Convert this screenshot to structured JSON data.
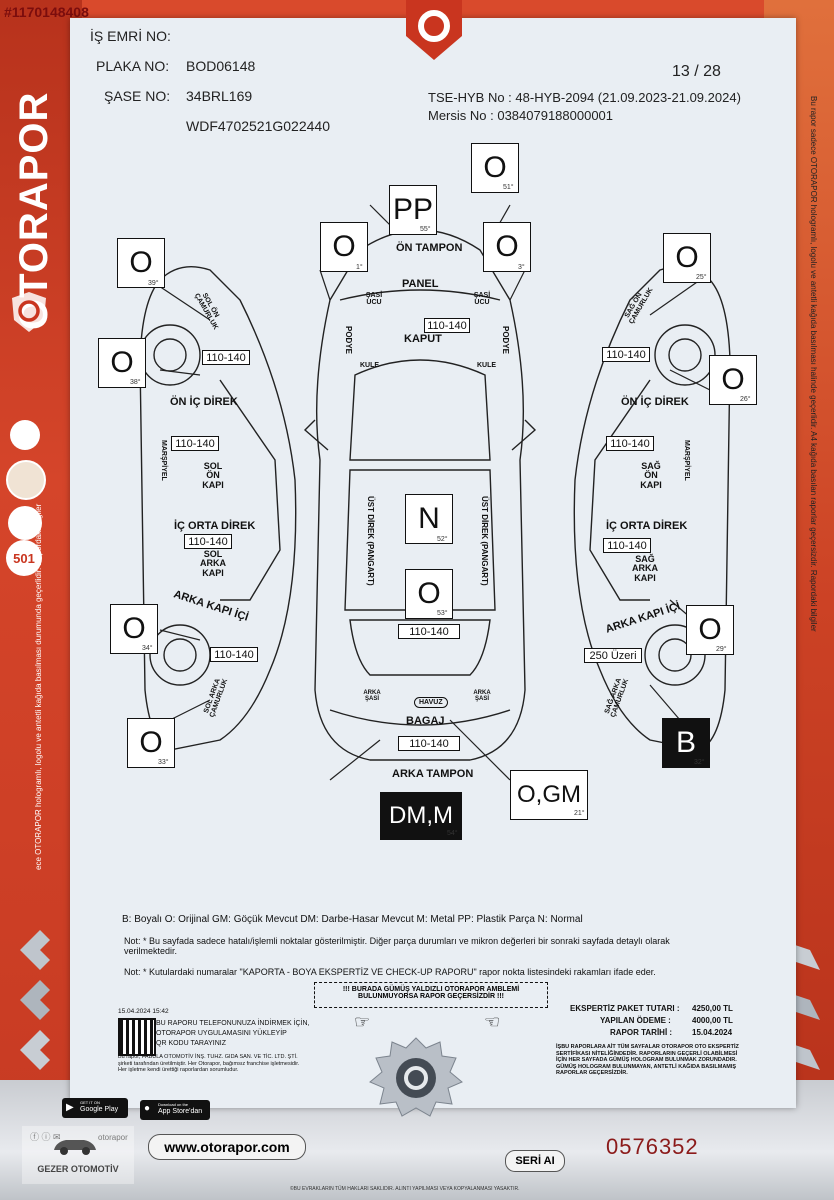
{
  "watermark": "#1170148408",
  "header": {
    "is_emri_label": "İŞ EMRİ NO:",
    "plaka_label": "PLAKA NO:",
    "plaka_value": "BOD06148",
    "sase_label": "ŞASE NO:",
    "sase_value_1": "34BRL169",
    "sase_value_2": "WDF4702521G022440",
    "page_count": "13 / 28",
    "tse": "TSE-HYB No : 48-HYB-2094 (21.09.2023-21.09.2024)",
    "mersis": "Mersis No : 0384079188000001"
  },
  "brand": {
    "name": "OTORAPOR",
    "badge": "501"
  },
  "parts": {
    "on_tampon": {
      "code": "PP",
      "deg": "55°"
    },
    "top_far": {
      "code": "O",
      "deg": "51°"
    },
    "top_left": {
      "code": "O",
      "deg": "1°"
    },
    "top_right": {
      "code": "O",
      "deg": "3°"
    },
    "left_front_top": {
      "code": "O",
      "deg": "39°"
    },
    "left_front_mid": {
      "code": "O",
      "deg": "38°"
    },
    "left_rear_mid": {
      "code": "O",
      "deg": "34°"
    },
    "left_rear_bottom": {
      "code": "O",
      "deg": "33°"
    },
    "right_front_top": {
      "code": "O",
      "deg": "25°"
    },
    "right_front_mid": {
      "code": "O",
      "deg": "26°"
    },
    "right_rear_mid": {
      "code": "O",
      "deg": "29°"
    },
    "right_rear_bottom": {
      "code": "B",
      "deg": "32°"
    },
    "roof": {
      "code": "N",
      "deg": "52°"
    },
    "trunk_lid": {
      "code": "O",
      "deg": "53°"
    },
    "arka_tampon": {
      "code": "DM,M",
      "deg": "54°"
    },
    "bagaj_right": {
      "code": "O,GM",
      "deg": "21°"
    }
  },
  "micron": {
    "kaput": "110-140",
    "trunk": "110-140",
    "bagaj": "110-140",
    "left_fender": "110-140",
    "left_front_door": "110-140",
    "left_rear_door": "110-140",
    "left_rear_fender": "110-140",
    "right_fender": "110-140",
    "right_front_door": "110-140",
    "right_rear_door": "110-140",
    "right_rear_fender": "250 Üzeri"
  },
  "labels": {
    "on_tampon": "ÖN TAMPON",
    "panel": "PANEL",
    "kaput": "KAPUT",
    "kule_l": "KULE",
    "kule_r": "KULE",
    "sasi_ucu_l": "ŞASİ UCU",
    "sasi_ucu_r": "ŞASİ UCU",
    "podye_l": "PODYE",
    "podye_r": "PODYE",
    "ust_direk_l": "ÜST DİREK (PANGART)",
    "ust_direk_r": "ÜST DİREK (PANGART)",
    "arka_sasi_l": "ARKA ŞASİ",
    "arka_sasi_r": "ARKA ŞASİ",
    "havuz": "HAVUZ",
    "bagaj": "BAGAJ",
    "arka_tampon": "ARKA TAMPON",
    "sol_on_camurluk": "SOL ÖN ÇAMURLUK",
    "sag_on_camurluk": "SAĞ ÖN ÇAMURLUK",
    "on_ic_direk_l": "ÖN İÇ DİREK",
    "on_ic_direk_r": "ÖN İÇ DİREK",
    "marspiyel_l": "MARŞPİYEL",
    "marspiyel_r": "MARŞPİYEL",
    "sol_on_kapi": "SOL ÖN KAPI",
    "sag_on_kapi": "SAĞ ÖN KAPI",
    "ic_orta_direk_l": "İÇ ORTA DİREK",
    "ic_orta_direk_r": "İÇ ORTA DİREK",
    "sol_arka_kapi": "SOL ARKA KAPI",
    "sag_arka_kapi": "SAĞ ARKA KAPI",
    "arka_kapi_ici_l": "ARKA KAPI İÇİ",
    "arka_kapi_ici_r": "ARKA KAPI İÇİ",
    "sol_arka_camurluk": "SOL ARKA ÇAMURLUK",
    "sag_arka_camurluk": "SAĞ ARKA ÇAMURLUK"
  },
  "legend": "B: Boyalı O: Orijinal GM: Göçük Mevcut DM: Darbe-Hasar Mevcut M: Metal PP: Plastik Parça N: Normal",
  "note1": "Not: * Bu sayfada sadece hatalı/işlemli noktalar gösterilmiştir. Diğer parça durumları ve mikron değerleri bir sonraki sayfada detaylı olarak verilmektedir.",
  "note2": "Not: * Kutulardaki numaralar \"KAPORTA - BOYA EKSPERTİZ VE CHECK-UP RAPORU\" rapor nokta listesindeki rakamları ifade eder.",
  "hologram_notice_1": "!!! BURADA GÜMÜŞ YALDIZLI OTORAPOR AMBLEMİ",
  "hologram_notice_2": "BULUNMUYORSA RAPOR GEÇERSİZDİR !!!",
  "qr": {
    "date": "15.04.2024 15:42",
    "line1": "BU RAPORU TELEFONUNUZA İNDİRMEK İÇİN,",
    "line2": "OTORAPOR UYGULAMASINI YÜKLEYİP",
    "line3": "QR KODU TARAYINIZ",
    "fine": "Bu rapor, FABULA OTOMOTİV İNŞ. TUHZ. GIDA SAN. VE TİC. LTD. ŞTİ. şirketi tarafından üretilmiştir. Her Otorapor, bağımsız franchise işletmesidir. Her işletme kendi ürettiği raporlardan sorumludur."
  },
  "totals": {
    "paket_label": "EKSPERTİZ PAKET TUTARI :",
    "paket_value": "4250,00 TL",
    "odeme_label": "YAPILAN ÖDEME :",
    "odeme_value": "4000,00 TL",
    "tarih_label": "RAPOR TARİHİ :",
    "tarih_value": "15.04.2024"
  },
  "disclaimer": "İŞBU RAPORLARA AİT TÜM SAYFALAR OTORAPOR OTO EKSPERTİZ SERTİFİKASI NİTELİĞİNDEDİR. RAPORLARIN GEÇERLİ OLABİLMESİ İÇİN HER SAYFADA GÜMÜŞ HOLOGRAM BULUNMAK ZORUNDADIR. GÜMÜŞ HOLOGRAM BULUNMAYAN, ANTETLİ KAĞIDA BASILMAMIŞ RAPORLAR GEÇERSİZDİR.",
  "side_text": "Bu rapor sadece OTORAPOR hologramlı, logolu ve antetli kağıda basılması halinde geçerlidir. A4 kağıda basılan raporlar geçersizdir. Rapordaki bilgiler",
  "left_side_text": "ece OTORAPOR hologramlı, logolu ve antetli kağıda basılması durumunda geçerlidir. Rapordaki bilgiler",
  "footer": {
    "google_play_small": "GET IT ON",
    "google_play": "Google Play",
    "app_store_small": "Download on the",
    "app_store": "App Store'dan",
    "social": "otorapor",
    "website": "www.otorapor.com",
    "seri": "SERİ AI",
    "serial": "0576352",
    "copyright": "©BU EVRAKLARIN TÜM HAKLARI SAKLIDIR. ALINTI YAPILMASI VEYA KOPYALANMASI YASAKTIR.",
    "dealer": "GEZER OTOMOTİV"
  },
  "colors": {
    "brand_red": "#c9351f",
    "sheet": "#e9eef3",
    "serial_red": "#8b1a1a"
  }
}
